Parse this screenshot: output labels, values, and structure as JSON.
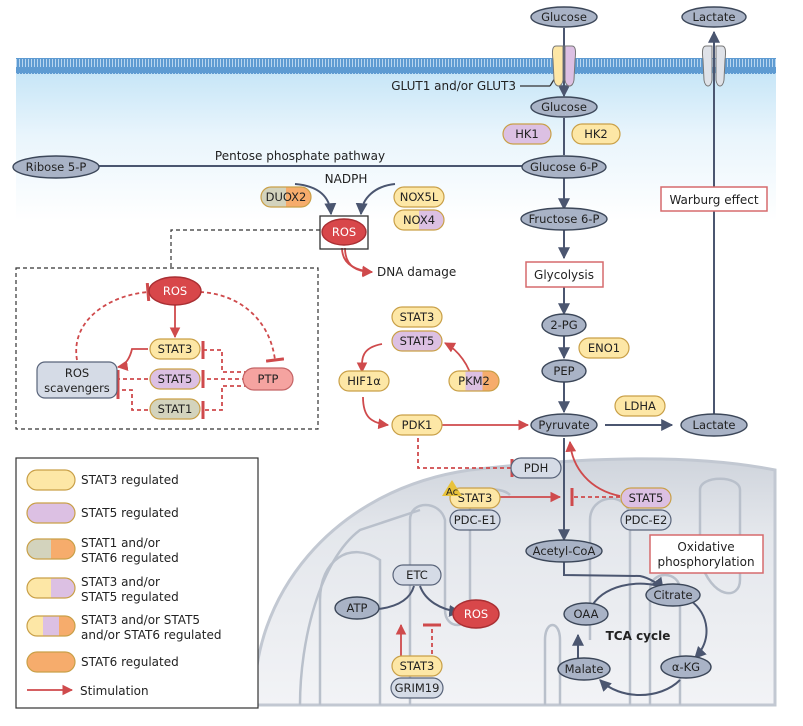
{
  "colors": {
    "stat3": "#fde7a6",
    "stat5": "#dcc0e3",
    "stat1": "#d3d3bd",
    "stat6": "#f6ac6c",
    "metabolite": "#a9b3c6",
    "metabolite_stroke": "#3c4759",
    "ros": "#d8474a",
    "ptp": "#f5a3a0",
    "scavenger": "#d5dbe6",
    "arrow_dark": "#4b5670",
    "stimulation": "#cf4a4c",
    "membrane": "#5e9bd2",
    "cytoplasm": "#c4e4f7",
    "process_box_border": "#d66a6d"
  },
  "extracellular": {
    "glucose": "Glucose",
    "lactate": "Lactate"
  },
  "transporter_label": "GLUT1 and/or GLUT3",
  "cytoplasm": {
    "glucose": "Glucose",
    "hk1": "HK1",
    "hk2": "HK2",
    "glucose6p": "Glucose 6-P",
    "ppp_label": "Pentose phosphate pathway",
    "ribose5p": "Ribose 5-P",
    "nadph": "NADPH",
    "duox2": "DUOX2",
    "nox5l": "NOX5L",
    "nox4": "NOX4",
    "ros": "ROS",
    "dna_damage": "DNA damage",
    "fructose6p": "Fructose 6-P",
    "glycolysis": "Glycolysis",
    "warburg": "Warburg effect",
    "pg2": "2-PG",
    "eno1": "ENO1",
    "pep": "PEP",
    "ldha": "LDHA",
    "pyruvate": "Pyruvate",
    "lactate": "Lactate",
    "stat3": "STAT3",
    "stat5": "STAT5",
    "hif1a": "HIF1α",
    "pkm2": "PKM2",
    "pdk1": "PDK1"
  },
  "inset": {
    "ros": "ROS",
    "stat3": "STAT3",
    "stat5": "STAT5",
    "stat1": "STAT1",
    "ptp": "PTP",
    "scavengers_line1": "ROS",
    "scavengers_line2": "scavengers"
  },
  "mitochondrion": {
    "pdh": "PDH",
    "ac": "Ac",
    "stat3": "STAT3",
    "pdc_e1": "PDC-E1",
    "stat5": "STAT5",
    "pdc_e2": "PDC-E2",
    "acetyl_coa": "Acetyl-CoA",
    "oxphos_line1": "Oxidative",
    "oxphos_line2": "phosphorylation",
    "etc": "ETC",
    "atp": "ATP",
    "ros": "ROS",
    "stat3_b": "STAT3",
    "grim19": "GRIM19",
    "citrate": "Citrate",
    "oaa": "OAA",
    "tca": "TCA cycle",
    "malate": "Malate",
    "akg": "α-KG"
  },
  "legend": {
    "items": [
      {
        "label1": "STAT3 regulated",
        "label2": ""
      },
      {
        "label1": "STAT5 regulated",
        "label2": ""
      },
      {
        "label1": "STAT1 and/or",
        "label2": "STAT6 regulated"
      },
      {
        "label1": "STAT3 and/or",
        "label2": "STAT5 regulated"
      },
      {
        "label1": "STAT3 and/or STAT5",
        "label2": "and/or STAT6 regulated"
      },
      {
        "label1": "STAT6 regulated",
        "label2": ""
      }
    ],
    "stimulation": "Stimulation"
  }
}
